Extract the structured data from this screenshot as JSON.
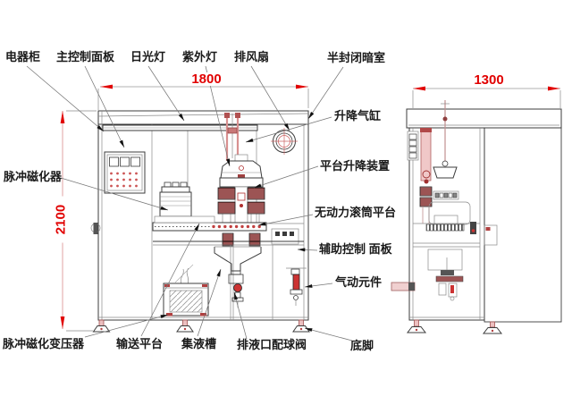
{
  "diagram": {
    "type": "engineering-drawing",
    "description": "two-view machine outline drawing with callouts"
  },
  "dimensions": {
    "front_width": "1800",
    "side_depth": "1300",
    "height": "2100"
  },
  "labels": {
    "electrical_cabinet": "电器柜",
    "main_control_panel": "主控制面板",
    "fluorescent_lamp": "日光灯",
    "uv_lamp": "紫外灯",
    "exhaust_fan": "排风扇",
    "semi_enclosed_darkroom": "半封闭暗室",
    "lift_cylinder": "升降气缸",
    "platform_lift_device": "平台升降装置",
    "unpowered_roller_platform": "无动力滚筒平台",
    "auxiliary_control_panel": "辅助控制 面板",
    "pneumatic_components": "气动元件",
    "pulse_magnetizer": "脉冲磁化器",
    "pulse_magnetizing_transformer": "脉冲磁化变压器",
    "conveying_platform": "输送平台",
    "liquid_collection_tank": "集液槽",
    "drain_with_ball_valve": "排液口配球阀",
    "foot": "底脚"
  },
  "colors": {
    "dimension_red": "#e10000",
    "line_dark": "#3c3c3c",
    "line_thin": "#8a8a8a",
    "pink_part": "#f0c8c8",
    "dark_red_part": "#b04040"
  }
}
